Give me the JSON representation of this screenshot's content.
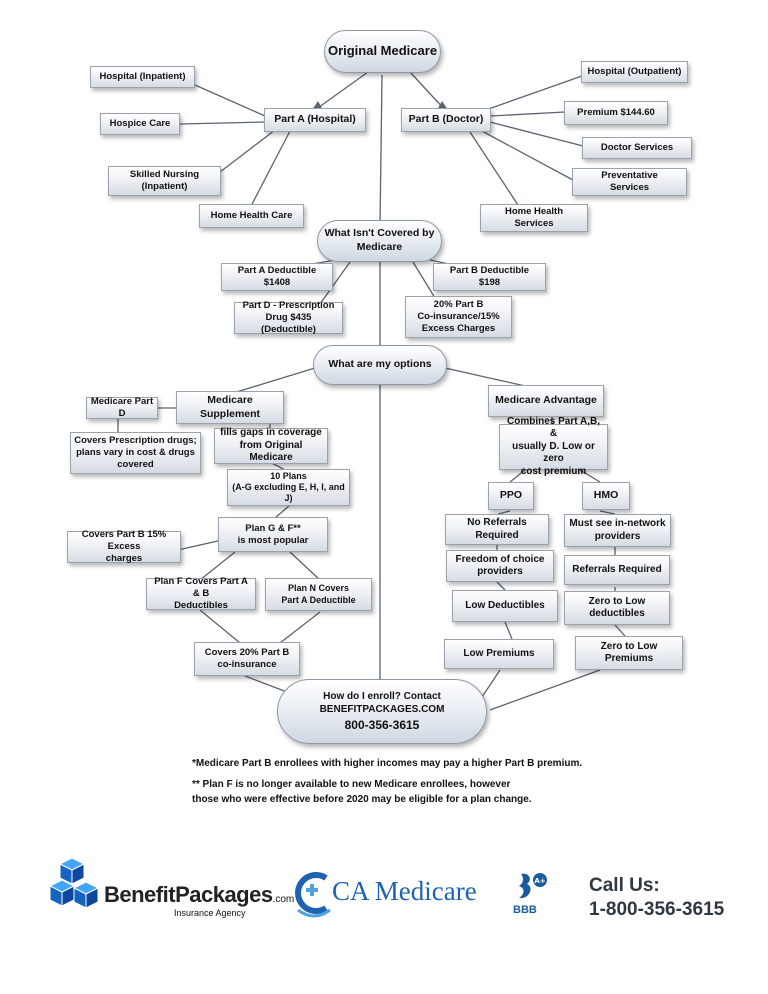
{
  "root": {
    "title": "Original Medicare",
    "part_a": {
      "label": "Part A (Hospital)",
      "items": [
        "Hospital (Inpatient)",
        "Hospice Care",
        "Skilled Nursing\n(Inpatient)",
        "Home Health Care"
      ]
    },
    "part_b": {
      "label": "Part B (Doctor)",
      "items": [
        "Hospital (Outpatient)",
        "Premium $144.60",
        "Doctor Services",
        "Preventative\nServices",
        "Home Health\nServices"
      ]
    }
  },
  "not_covered": {
    "title": "What Isn't Covered by\nMedicare",
    "items": [
      "Part A Deductible\n$1408",
      "Part D - Prescription\nDrug $435 (Deductible)",
      "Part B Deductible\n$198",
      "20% Part B\nCo-insurance/15%\nExcess Charges"
    ]
  },
  "options": {
    "title": "What are my options",
    "part_d": "Medicare Part D",
    "part_d_desc": "Covers Prescription drugs;\nplans vary in cost & drugs\ncovered",
    "supplement": "Medicare Supplement",
    "supp_gaps": "fills gaps in coverage\nfrom Original Medicare",
    "supp_plans": "10 Plans\n(A-G excluding E, H, I, and J)",
    "supp_popular": "Plan G & F**\nis most popular",
    "excess": "Covers Part B 15% Excess\ncharges",
    "plan_f": "Plan F Covers Part A & B\nDeductibles",
    "plan_n": "Plan N Covers\nPart A Deductible",
    "coins": "Covers 20% Part B\nco-insurance",
    "advantage": "Medicare Advantage",
    "adv_combines": "Combines Part A,B, &\nusually D. Low or zero\ncost premium",
    "ppo": "PPO",
    "hmo": "HMO",
    "ppo_items": [
      "No Referrals\nRequired",
      "Freedom of choice\nproviders",
      "Low Deductibles",
      "Low Premiums"
    ],
    "hmo_items": [
      "Must see in-network\nproviders",
      "Referrals Required",
      "Zero to Low\ndeductibles",
      "Zero to Low\nPremiums"
    ]
  },
  "enroll": {
    "line1": "How do I enroll? Contact",
    "line2": "BENEFITPACKAGES.COM",
    "phone": "800-356-3615"
  },
  "footnotes": {
    "note1": "*Medicare Part B enrollees with higher incomes may pay a higher Part B premium.",
    "note2": "** Plan F is no longer available to new Medicare enrollees, however\nthose who were effective before 2020 may be eligible for a plan change."
  },
  "footer": {
    "bp_word_a": "Benefit",
    "bp_word_b": "Packages",
    "bp_com": ".com",
    "bp_sub": "Insurance Agency",
    "ca_name": "CA Medicare",
    "bbb": "BBB",
    "call_label": "Call Us:",
    "call_phone": "1-800-356-3615"
  },
  "colors": {
    "line": "#5a6470",
    "ca_blue": "#1f62b0",
    "bp_blue": "#1565c0",
    "bbb_blue": "#1b5c9c"
  }
}
